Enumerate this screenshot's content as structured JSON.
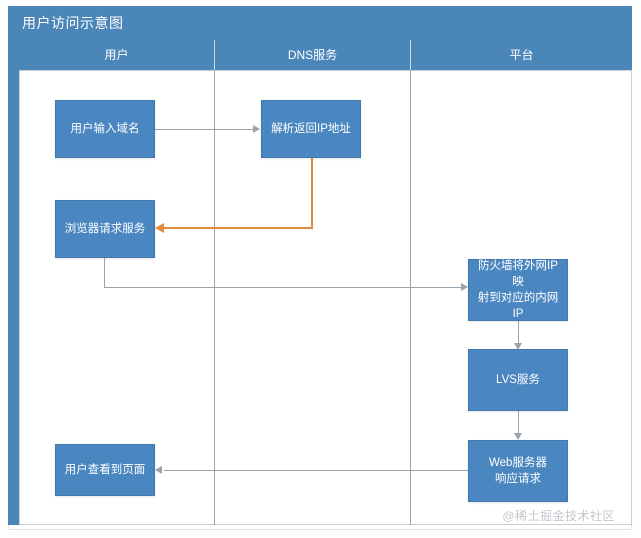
{
  "diagram": {
    "title": "用户访问示意图",
    "watermark": "@稀土掘金技术社区",
    "colors": {
      "header_blue": "#4a86b8",
      "node_blue": "#4a86c0",
      "connector_gray": "#9aa4ad",
      "connector_orange": "#e08c3e",
      "lane_border": "#c8ced4",
      "watermark_gray": "#c3c8cd"
    },
    "lanes": [
      {
        "id": "lane-user",
        "label": "用户"
      },
      {
        "id": "lane-dns",
        "label": "DNS服务"
      },
      {
        "id": "lane-platform",
        "label": "平台"
      }
    ],
    "nodes": [
      {
        "id": "node-user-input-domain",
        "lane": "lane-user",
        "label": "用户输入域名"
      },
      {
        "id": "node-resolve-return-ip",
        "lane": "lane-dns",
        "label": "解析返回IP地址"
      },
      {
        "id": "node-browser-request",
        "lane": "lane-user",
        "label": "浏览器请求服务"
      },
      {
        "id": "node-firewall-nat",
        "lane": "lane-platform",
        "label_line1": "防火墙将外网IP映",
        "label_line2": "射到对应的内网IP"
      },
      {
        "id": "node-lvs-service",
        "lane": "lane-platform",
        "label": "LVS服务"
      },
      {
        "id": "node-web-response",
        "lane": "lane-platform",
        "label_line1": "Web服务器",
        "label_line2": "响应请求"
      },
      {
        "id": "node-user-sees-page",
        "lane": "lane-user",
        "label": "用户查看到页面"
      }
    ],
    "edges": [
      {
        "id": "edge-input-to-resolve",
        "from": "node-user-input-domain",
        "to": "node-resolve-return-ip",
        "color": "#9aa4ad"
      },
      {
        "id": "edge-resolve-to-browser",
        "from": "node-resolve-return-ip",
        "to": "node-browser-request",
        "color": "#e08c3e"
      },
      {
        "id": "edge-browser-to-firewall",
        "from": "node-browser-request",
        "to": "node-firewall-nat",
        "color": "#9aa4ad"
      },
      {
        "id": "edge-firewall-to-lvs",
        "from": "node-firewall-nat",
        "to": "node-lvs-service",
        "color": "#9aa4ad"
      },
      {
        "id": "edge-lvs-to-web",
        "from": "node-lvs-service",
        "to": "node-web-response",
        "color": "#9aa4ad"
      },
      {
        "id": "edge-web-to-user",
        "from": "node-web-response",
        "to": "node-user-sees-page",
        "color": "#9aa4ad"
      }
    ]
  }
}
